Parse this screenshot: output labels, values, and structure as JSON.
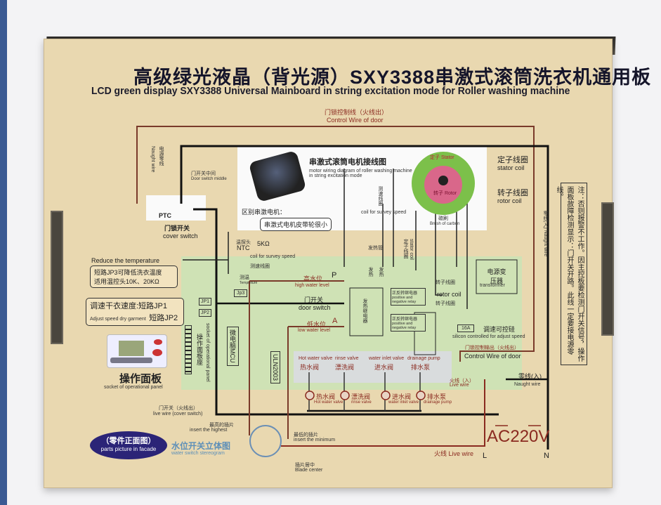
{
  "title_cn": "高级绿光液晶（背光源）SXY3388串激式滚筒洗衣机通用板",
  "title_en": "LCD green display SXY3388 Universal Mainboard in string excitation mode for Roller washing machine",
  "door_control": {
    "cn": "门锁控制线（火线出）",
    "en": "Control Wire of door"
  },
  "naught_wire_left": {
    "cn": "电源零线",
    "en": "Naught wire"
  },
  "door_switch_middle": {
    "cn": "门开关中间",
    "en": "Door switch middle"
  },
  "ptc": "PTC",
  "cover_switch": {
    "cn": "门锁开关",
    "en": "cover switch"
  },
  "motor": {
    "title_cn": "串激式滚筒电机接线图",
    "title_en": "motor wiring diagram of roller washing machine in string excitation mode",
    "distinguish": "区别串激电机：",
    "belt": "串激式电机皮带轮很小",
    "speed_coil_cn": "测速线圈",
    "speed_coil_en": "coil for survey speed",
    "stator": "定子 Stator",
    "rotor": "转子 Rotor",
    "brush": "碳刷",
    "brush_en": "Brush of carbon",
    "stator_coil_cn": "定子线圈",
    "stator_coil_en": "stator coil",
    "rotor_coil_cn": "转子线圈",
    "rotor_coil_en": "rotor coil"
  },
  "ntc": {
    "cn": "温探头",
    "en": "NTC",
    "value": "5KΩ"
  },
  "reduce_temp": {
    "en": "Reduce the temperature",
    "line1": "短路JP3可降低洗衣温度",
    "line2": "适用温控头10K、20KΩ"
  },
  "adjust_speed": {
    "line1": "调速干衣速度:短路JP1",
    "en": "Adjust speed dry garment",
    "line2": "短路JP2"
  },
  "board": {
    "coil_speed_en": "coil for survey speed",
    "coil_speed_cn": "测速线圈",
    "temp_cn": "测温",
    "temp_en": "Tempreture",
    "jp3": "Jp3",
    "jp1": "JP1",
    "jp2": "JP2",
    "high_water_cn": "高水位",
    "high_water_en": "high water level",
    "P": "P",
    "door_switch_cn": "门开关",
    "door_switch_en": "door switch",
    "low_water_cn": "低水位",
    "low_water_en": "low water level",
    "A": "A",
    "heater_pipe": "发热管",
    "heat1": "发热",
    "heat2": "发热",
    "heat_relay": "发热继电器",
    "stator_coil_cn": "定子线圈",
    "stator_coil_en": "stator coil",
    "relay1_cn": "正反转继电器",
    "relay1_en": "positive and negative relay",
    "relay2_cn": "正反转继电器",
    "relay2_en": "positive and negative relay",
    "rotor_coil_cn1": "转子线圈",
    "rotor_coil_en": "rotor coil",
    "rotor_coil_cn2": "转子线圈",
    "transformer_cn": "电源变压器",
    "transformer_en": "transformer",
    "fuse": "16A",
    "scr_cn": "调速可控硅",
    "scr_en": "silicon controlled for adjust speed",
    "mcu": "微电脑MCU",
    "uln": "ULN2003",
    "panel_socket_cn": "操作面板座",
    "panel_socket_en": "socket of operational panel",
    "door_out_cn": "门锁控制输出（火线出）",
    "door_out_en": "Control Wire of door"
  },
  "valves": [
    {
      "cn": "热水阀",
      "en": "Hot water valve"
    },
    {
      "cn": "漂洗阀",
      "en": "rinse valve"
    },
    {
      "cn": "进水阀",
      "en": "water inlet valve"
    },
    {
      "cn": "排水泵",
      "en": "drainage pump"
    }
  ],
  "live_in": {
    "cn": "火线（入）",
    "en": "Live wire"
  },
  "naught_in": {
    "cn": "零线(入)",
    "en": "Naught wire"
  },
  "naught_right": "零线(入) Naught wire",
  "panel": {
    "cn": "操作面板",
    "en": "socket of operational panel"
  },
  "live_cover": {
    "cn": "门开关（火线出）",
    "en": "live wire (cover switch)"
  },
  "parts": {
    "cn": "（零件正面图）",
    "en": "parts picture in facade"
  },
  "water_switch": {
    "cn": "水位开关立体图",
    "en": "water switch stereogram",
    "highest_cn": "最高的插片",
    "highest_en": "insert the highest",
    "minimum_cn": "最低的插片",
    "minimum_en": "insert the minimum",
    "center_cn": "插片居中",
    "center_en": "Blade center"
  },
  "ac": "AC220V",
  "live_bottom": "火线 Live wire",
  "L": "L",
  "N": "N",
  "note": "注：否则报警不工作。因主控板要检测门开关信号，操作面板故障检测显示：门开关开路。此线一定要接电源零线。"
}
